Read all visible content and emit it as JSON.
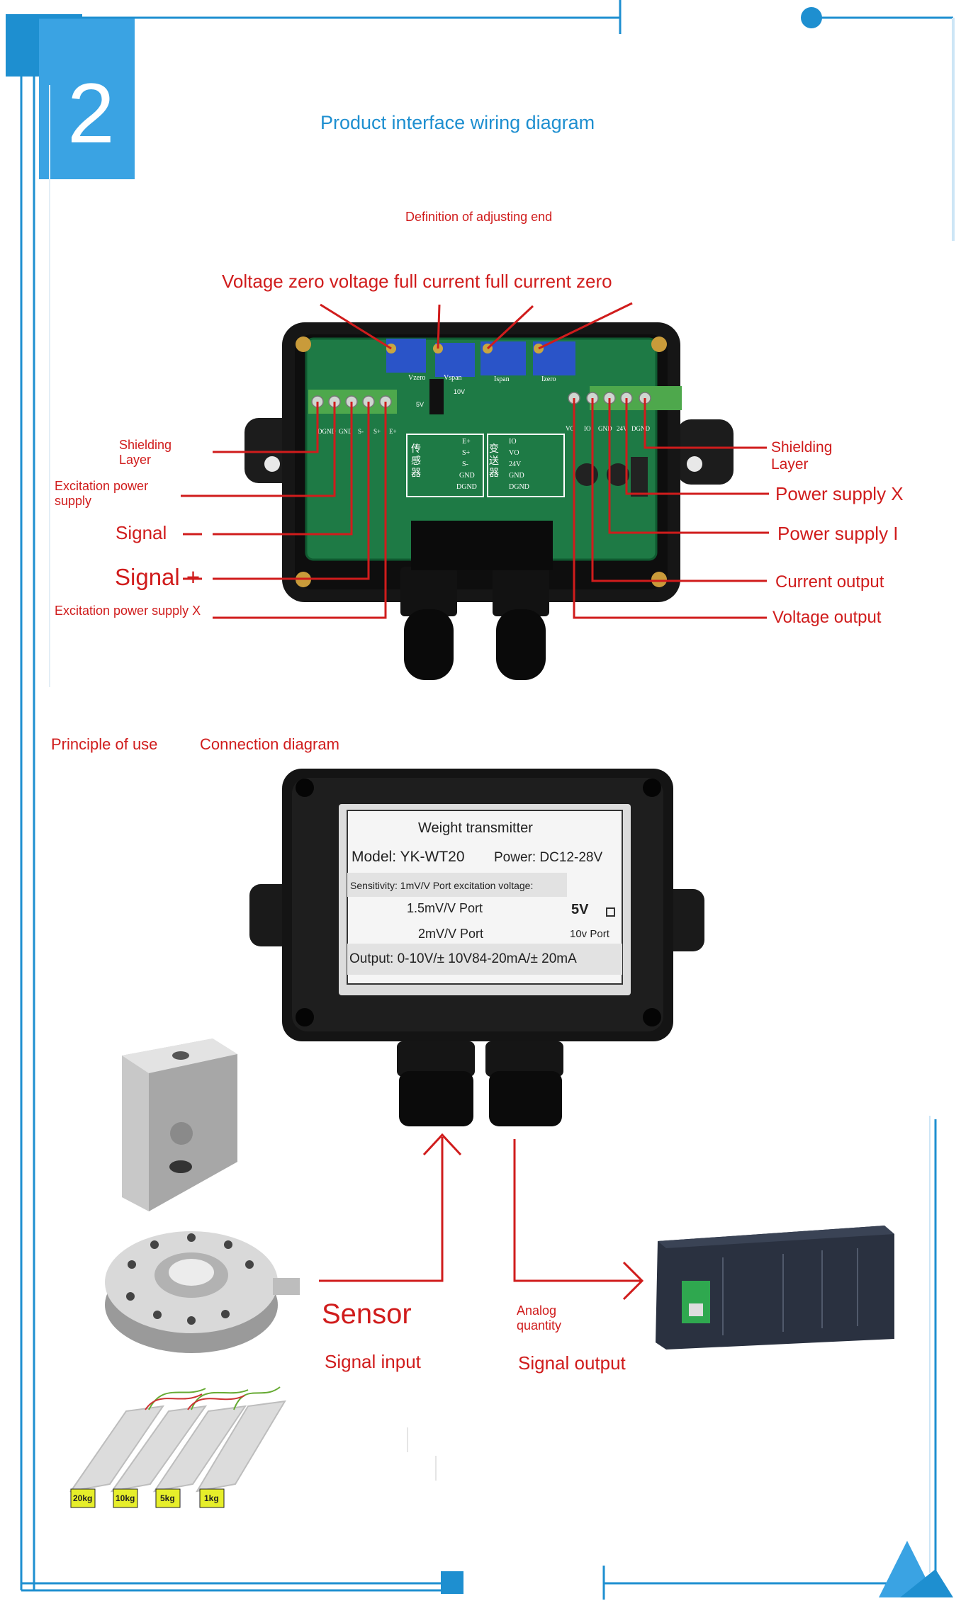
{
  "section": {
    "number": "2",
    "title": "Product interface wiring diagram",
    "accent_color": "#1e8fd0",
    "label_color": "#d01c1c"
  },
  "top_diagram": {
    "note": "Definition of adjusting end",
    "potentiometer_heading": "Voltage zero voltage full current full current zero",
    "left_labels": [
      "Shielding Layer",
      "Excitation power supply",
      "Signal",
      "Signal +",
      "Excitation power supply X"
    ],
    "right_labels": [
      "Shielding Layer",
      "Power supply X",
      "Power supply I",
      "Current output",
      "Voltage output"
    ],
    "board_labels": {
      "pots": [
        "Vzero",
        "Vspan",
        "Ispan",
        "Izero"
      ],
      "jumper": [
        "5V",
        "10V"
      ],
      "left_terminals": [
        "DGND",
        "GND",
        "S-",
        "S+",
        "E+"
      ],
      "right_terminals": [
        "VO",
        "IO",
        "GND",
        "24V",
        "DGND"
      ],
      "left_block_title": "传感器",
      "right_block_title": "变送器",
      "left_pins": [
        "E+",
        "S+",
        "S-",
        "GND",
        "DGND"
      ],
      "right_pins": [
        "IO",
        "VO",
        "24V",
        "GND",
        "DGND"
      ]
    }
  },
  "bottom_diagram": {
    "principle_label": "Principle of use",
    "connection_label": "Connection diagram",
    "nameplate": {
      "title": "Weight transmitter",
      "model": "Model: YK-WT20",
      "power": "Power: DC12-28V",
      "sensitivity": "Sensitivity: 1mV/V Port excitation voltage:",
      "opt1": "1.5mV/V Port",
      "opt_5v": "5V",
      "opt2": "2mV/V Port",
      "opt_10v": "10v Port",
      "output": "Output: 0-10V/± 10V84-20mA/± 20mA"
    },
    "sensor_label": "Sensor",
    "signal_input": "Signal input",
    "analog_quantity": "Analog quantity",
    "signal_output": "Signal output",
    "load_cell_tags": [
      "20kg",
      "10kg",
      "5kg",
      "1kg"
    ]
  }
}
